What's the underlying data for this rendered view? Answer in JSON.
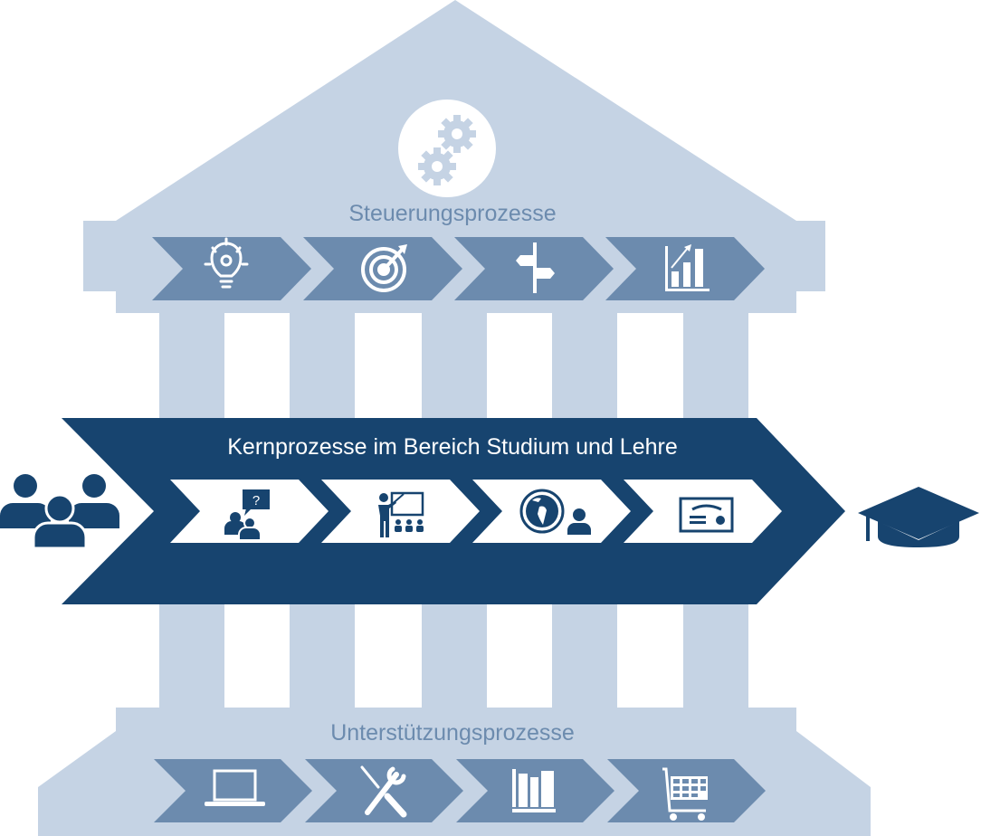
{
  "colors": {
    "building": "#c5d3e4",
    "process_chevron": "#6c8bae",
    "core_dark": "#17446f",
    "white": "#ffffff",
    "label_muted": "#6c8bae"
  },
  "roof": {
    "icon": "gears-icon"
  },
  "steuerung": {
    "label": "Steuerungsprozesse",
    "steps": [
      {
        "icon": "lightbulb-gear-icon"
      },
      {
        "icon": "target-arrow-icon"
      },
      {
        "icon": "signpost-icon"
      },
      {
        "icon": "bar-chart-growth-icon"
      }
    ]
  },
  "kern": {
    "label": "Kernprozesse im Bereich Studium und Lehre",
    "input_icon": "people-group-icon",
    "output_icon": "graduation-cap-icon",
    "steps": [
      {
        "icon": "student-consultation-icon"
      },
      {
        "icon": "lecture-presentation-icon"
      },
      {
        "icon": "globe-person-icon"
      },
      {
        "icon": "certificate-icon"
      }
    ]
  },
  "unterstuetzung": {
    "label": "Unterstützungsprozesse",
    "steps": [
      {
        "icon": "laptop-icon"
      },
      {
        "icon": "tools-icon"
      },
      {
        "icon": "library-books-icon"
      },
      {
        "icon": "shopping-cart-icon"
      }
    ]
  }
}
